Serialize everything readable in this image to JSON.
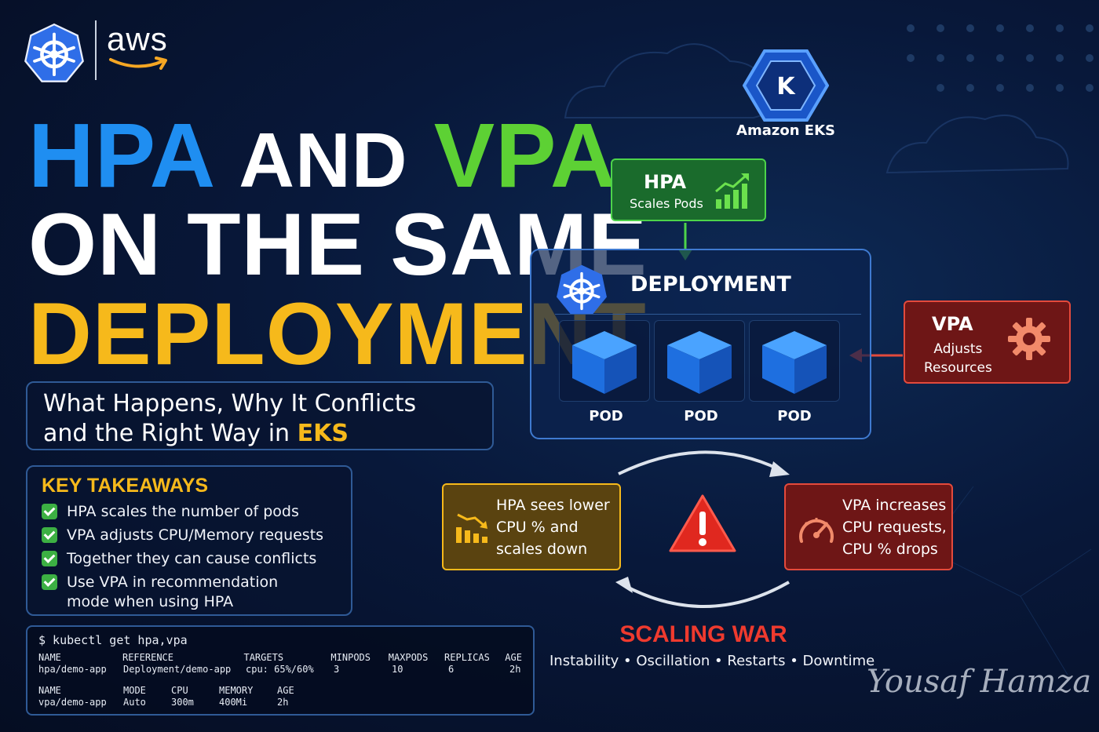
{
  "brand": {
    "aws_text": "aws"
  },
  "title": {
    "line1_part1": "HPA",
    "line1_part2": "AND",
    "line1_part3": "VPA",
    "line2": "ON THE SAME",
    "line3": "DEPLOYMENT"
  },
  "subtitle": {
    "line1": "What Happens, Why It Conflicts",
    "line2_prefix": "and the Right Way in",
    "line2_highlight": "EKS"
  },
  "takeaways": {
    "title": "KEY TAKEAWAYS",
    "items": [
      "HPA scales the number of pods",
      "VPA adjusts CPU/Memory requests",
      "Together they can cause conflicts",
      "Use VPA in recommendation mode when using HPA"
    ]
  },
  "terminal": {
    "command": "$ kubectl get hpa,vpa",
    "hpa_headers": [
      "NAME",
      "REFERENCE",
      "TARGETS",
      "MINPODS",
      "MAXPODS",
      "REPLICAS",
      "AGE"
    ],
    "hpa_row": [
      "hpa/demo-app",
      "Deployment/demo-app",
      "cpu: 65%/60%",
      "3",
      "10",
      "6",
      "2h"
    ],
    "vpa_headers": [
      "NAME",
      "MODE",
      "CPU",
      "MEMORY",
      "AGE"
    ],
    "vpa_row": [
      "vpa/demo-app",
      "Auto",
      "300m",
      "400Mi",
      "2h"
    ]
  },
  "eks": {
    "label": "Amazon EKS",
    "hex_letter": "K"
  },
  "hpa_box": {
    "title": "HPA",
    "subtitle": "Scales Pods"
  },
  "deployment": {
    "label": "DEPLOYMENT",
    "pods": [
      "POD",
      "POD",
      "POD"
    ]
  },
  "vpa_box": {
    "title": "VPA",
    "subtitle_line1": "Adjusts",
    "subtitle_line2": "Resources"
  },
  "loop": {
    "left": [
      "HPA sees lower",
      "CPU % and",
      "scales down"
    ],
    "right": [
      "VPA increases",
      "CPU requests,",
      "CPU % drops"
    ]
  },
  "scaling_war": {
    "title": "SCALING WAR",
    "subtitle": "Instability • Oscillation • Restarts • Downtime"
  },
  "signature": "Yousaf Hamza",
  "colors": {
    "blue": "#1f8ef1",
    "green": "#5dd134",
    "yellow": "#f6b91b",
    "red": "#ef3a2e",
    "background": "#08183a"
  }
}
